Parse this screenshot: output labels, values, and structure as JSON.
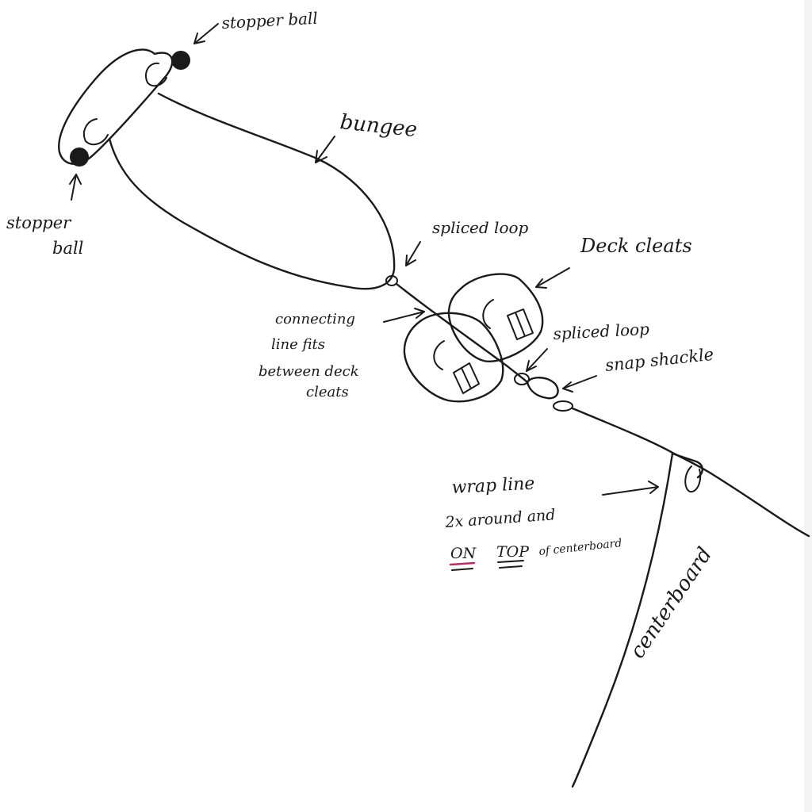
{
  "labels": {
    "stopper_ball_top": "stopper ball",
    "stopper_ball_left_line1": "stopper",
    "stopper_ball_left_line2": "ball",
    "bungee": "bungee",
    "spliced_loop_upper": "spliced loop",
    "deck_cleats": "Deck cleats",
    "connecting_line_1": "connecting",
    "connecting_line_2": "line fits",
    "connecting_line_3": "between deck",
    "connecting_line_4": "cleats",
    "spliced_loop_lower": "spliced loop",
    "snap_shackle": "snap shackle",
    "wrap_line_1": "wrap line",
    "wrap_line_2": "2x around and",
    "wrap_on": "ON",
    "wrap_top": "TOP",
    "wrap_rest": "of centerboard",
    "centerboard": "centerboard"
  },
  "colors": {
    "ink": "#1a1a1a",
    "underline_accent": "#b0306a",
    "background": "#ffffff"
  }
}
